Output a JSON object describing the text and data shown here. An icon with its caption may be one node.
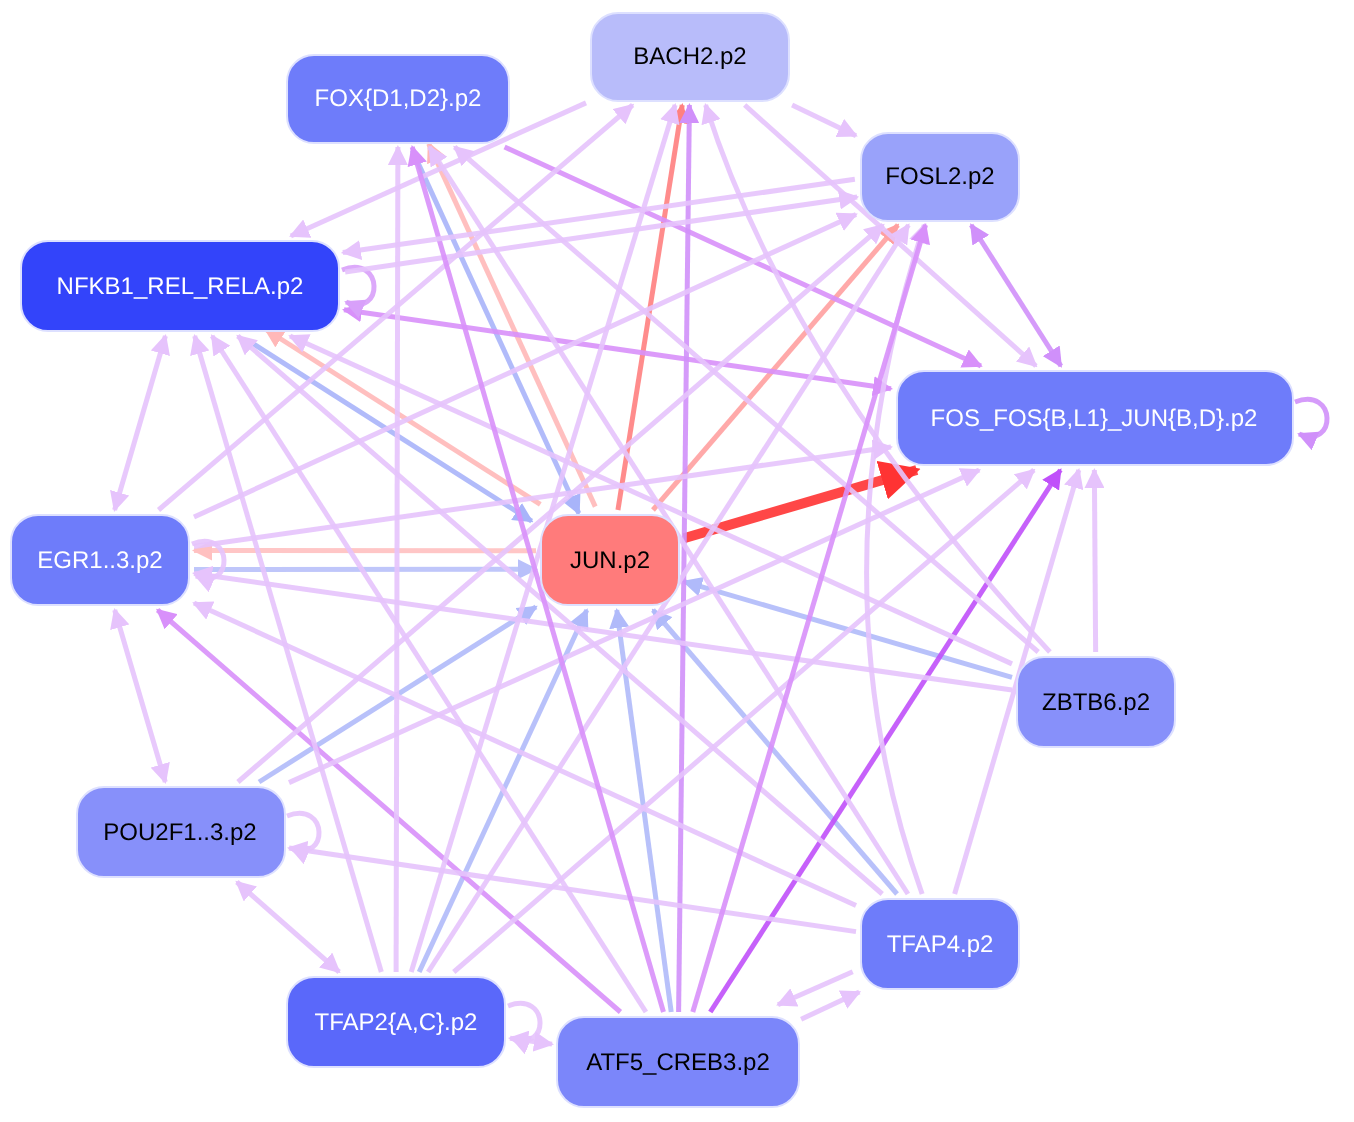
{
  "diagram": {
    "nodes": [
      {
        "text": [
          "BACH2.p2"
        ]
      },
      {
        "text": [
          "FOX{D1,D2}.p2"
        ]
      },
      {
        "text": [
          "FOSL2.p2"
        ]
      },
      {
        "text": [
          "NFKB1_REL_RELA.p2"
        ]
      },
      {
        "text": [
          "FOS_FOS{B,L1}_JUN{B,D}.p2"
        ]
      },
      {
        "text": [
          "EGR1..3.p2"
        ]
      },
      {
        "text": [
          "JUN.p2"
        ]
      },
      {
        "text": [
          "ZBTB6.p2"
        ]
      },
      {
        "text": [
          "POU2F1..3.p2"
        ]
      },
      {
        "text": [
          "TFAP4.p2"
        ]
      },
      {
        "text": [
          "TFAP2{A,C}.p2"
        ]
      },
      {
        "text": [
          "ATF5_CREB3.p2"
        ]
      }
    ],
    "edges": [
      {
        "from": 6,
        "to": 4,
        "arrow": "to",
        "style": "thick",
        "color": "#ff3333"
      },
      {
        "from": 6,
        "to": 0,
        "arrow": "to",
        "color": "#ff8080"
      },
      {
        "from": 6,
        "to": 2,
        "arrow": "to",
        "color": "#ffa0a0"
      },
      {
        "from": 6,
        "to": 3,
        "arrow": "to",
        "color": "#ffb8b8"
      },
      {
        "from": 6,
        "to": 1,
        "arrow": "to",
        "color": "#ffb8b8"
      },
      {
        "from": 6,
        "to": 5,
        "arrow": "to",
        "color": "#ffc0c0"
      },
      {
        "from": 3,
        "to": 6,
        "arrow": "to",
        "color": "#a8b4fa"
      },
      {
        "from": 1,
        "to": 6,
        "arrow": "to",
        "color": "#a8b4fa"
      },
      {
        "from": 5,
        "to": 6,
        "arrow": "to",
        "color": "#b8c0fa"
      },
      {
        "from": 7,
        "to": 6,
        "arrow": "to",
        "color": "#b0bafa"
      },
      {
        "from": 8,
        "to": 6,
        "arrow": "to",
        "color": "#b0bafa"
      },
      {
        "from": 10,
        "to": 6,
        "arrow": "to",
        "color": "#b0bafa"
      },
      {
        "from": 11,
        "to": 6,
        "arrow": "to",
        "color": "#b0bafa"
      },
      {
        "from": 9,
        "to": 6,
        "arrow": "to",
        "color": "#b0bafa"
      },
      {
        "from": 11,
        "to": 4,
        "arrow": "to",
        "color": "#c050fa"
      },
      {
        "from": 11,
        "to": 5,
        "arrow": "to",
        "color": "#d890fa"
      },
      {
        "from": 3,
        "to": 4,
        "arrow": "both",
        "color": "#d890fa"
      },
      {
        "from": 4,
        "to": 2,
        "arrow": "both",
        "color": "#d090fa"
      },
      {
        "from": 4,
        "to": 4,
        "arrow": "to",
        "color": "#d090fa"
      },
      {
        "from": 3,
        "to": 3,
        "arrow": "to",
        "color": "#d8a0fa"
      },
      {
        "from": 5,
        "to": 5,
        "arrow": "to"
      },
      {
        "from": 8,
        "to": 8,
        "arrow": "to"
      },
      {
        "from": 10,
        "to": 10,
        "arrow": "to"
      },
      {
        "from": 1,
        "to": 4,
        "arrow": "to",
        "color": "#d890fa"
      },
      {
        "from": 0,
        "to": 2,
        "arrow": "to"
      },
      {
        "from": 0,
        "to": 4,
        "arrow": "to"
      },
      {
        "from": 0,
        "to": 3,
        "arrow": "to"
      },
      {
        "from": 5,
        "to": 3,
        "arrow": "both"
      },
      {
        "from": 5,
        "to": 8,
        "arrow": "both"
      },
      {
        "from": 8,
        "to": 10,
        "arrow": "both"
      },
      {
        "from": 10,
        "to": 11,
        "arrow": "both"
      },
      {
        "from": 9,
        "to": 11,
        "arrow": "to"
      },
      {
        "from": 11,
        "to": 9,
        "arrow": "to"
      },
      {
        "from": 11,
        "to": 0,
        "arrow": "to",
        "color": "#d090fa"
      },
      {
        "from": 10,
        "to": 1,
        "arrow": "to"
      },
      {
        "from": 10,
        "to": 0,
        "arrow": "to"
      },
      {
        "from": 10,
        "to": 3,
        "arrow": "to"
      },
      {
        "from": 10,
        "to": 4,
        "arrow": "to"
      },
      {
        "from": 10,
        "to": 2,
        "arrow": "to"
      },
      {
        "from": 7,
        "to": 1,
        "arrow": "to"
      },
      {
        "from": 7,
        "to": 0,
        "arrow": "to"
      },
      {
        "from": 7,
        "to": 3,
        "arrow": "to"
      },
      {
        "from": 7,
        "to": 5,
        "arrow": "to"
      },
      {
        "from": 7,
        "to": 4,
        "arrow": "to"
      },
      {
        "from": 9,
        "to": 2,
        "arrow": "to"
      },
      {
        "from": 9,
        "to": 3,
        "arrow": "to"
      },
      {
        "from": 9,
        "to": 5,
        "arrow": "to"
      },
      {
        "from": 9,
        "to": 8,
        "arrow": "to"
      },
      {
        "from": 9,
        "to": 1,
        "arrow": "to"
      },
      {
        "from": 9,
        "to": 4,
        "arrow": "to"
      },
      {
        "from": 8,
        "to": 4,
        "arrow": "to"
      },
      {
        "from": 8,
        "to": 2,
        "arrow": "to"
      },
      {
        "from": 5,
        "to": 2,
        "arrow": "to"
      },
      {
        "from": 5,
        "to": 0,
        "arrow": "to"
      },
      {
        "from": 5,
        "to": 4,
        "arrow": "to"
      },
      {
        "from": 3,
        "to": 2,
        "arrow": "to"
      },
      {
        "from": 11,
        "to": 1,
        "arrow": "to",
        "color": "#d890fa"
      },
      {
        "from": 11,
        "to": 3,
        "arrow": "to"
      },
      {
        "from": 11,
        "to": 2,
        "arrow": "to",
        "color": "#d890fa"
      },
      {
        "from": 2,
        "to": 3,
        "arrow": "to"
      }
    ]
  }
}
